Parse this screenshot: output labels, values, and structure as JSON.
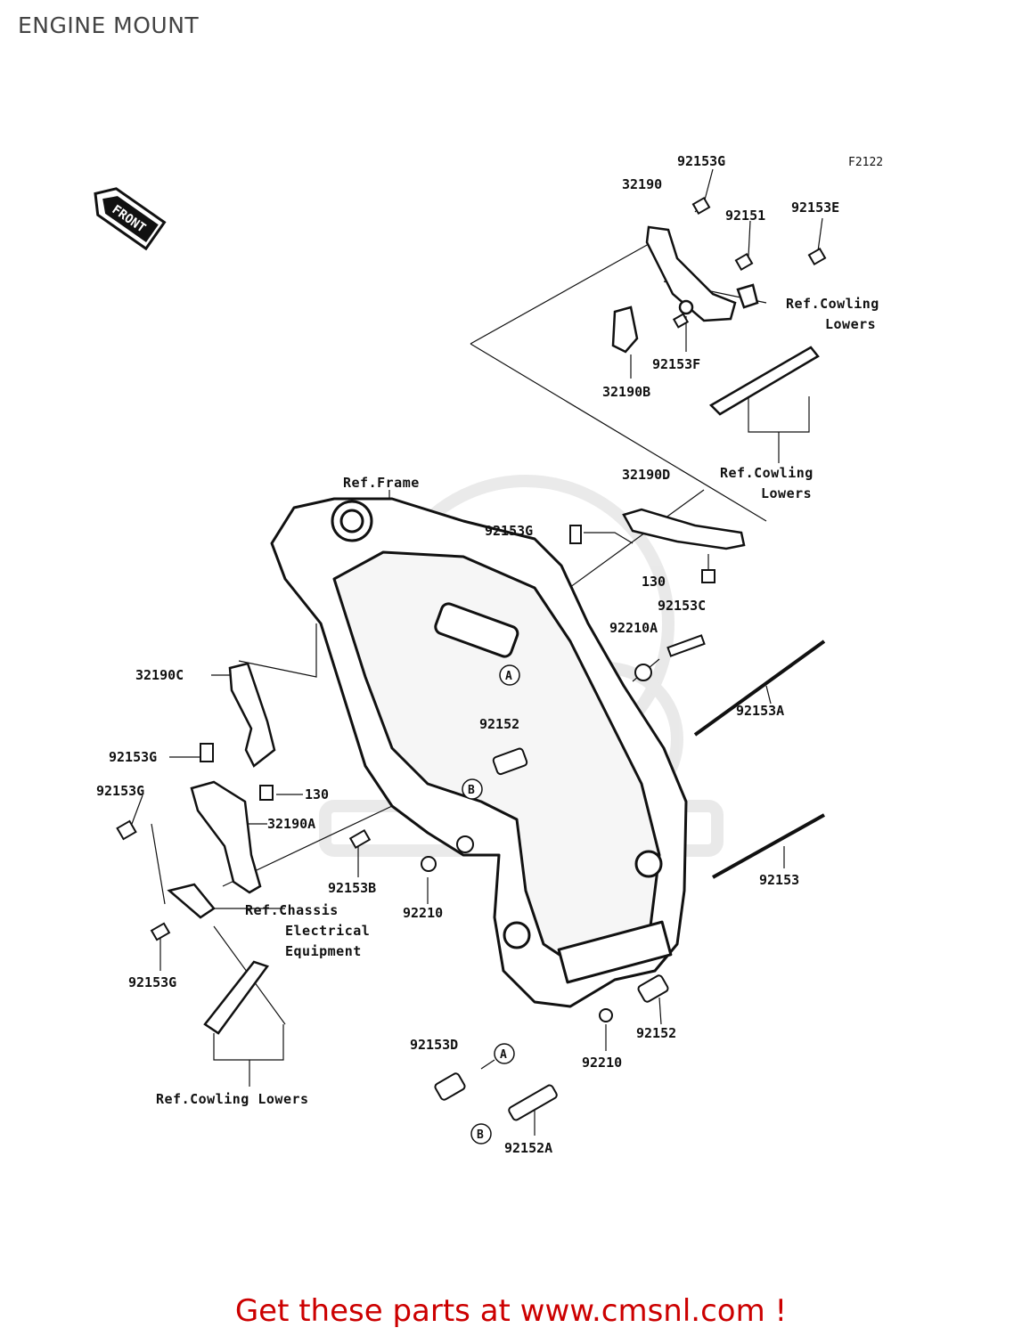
{
  "page": {
    "title": "ENGINE MOUNT"
  },
  "diagram": {
    "figure_code": "F2122",
    "direction_badge": "FRONT",
    "callout_a": "A",
    "callout_b": "B",
    "parts": {
      "p92153G_top": "92153G",
      "p32190": "32190",
      "p92151": "92151",
      "p92153E": "92153E",
      "p92153F": "92153F",
      "p32190B": "32190B",
      "p32190D": "32190D",
      "p92153G_mid": "92153G",
      "p130_top": "130",
      "p92153C": "92153C",
      "p92210A": "92210A",
      "p92153A": "92153A",
      "p32190C": "32190C",
      "p92152_mid": "92152",
      "p92153G_left1": "92153G",
      "p92153G_left2": "92153G",
      "p130_left": "130",
      "p32190A": "32190A",
      "p92153B": "92153B",
      "p92210_mid": "92210",
      "p92153": "92153",
      "p92153G_bottom": "92153G",
      "p92152_low": "92152",
      "p92210_low": "92210",
      "p92153D": "92153D",
      "p92152A": "92152A"
    },
    "refs": {
      "cowling_lowers_1_line1": "Ref.Cowling",
      "cowling_lowers_1_line2": "Lowers",
      "cowling_lowers_2_line1": "Ref.Cowling",
      "cowling_lowers_2_line2": "Lowers",
      "frame": "Ref.Frame",
      "chassis_line1": "Ref.Chassis",
      "chassis_line2": "Electrical",
      "chassis_line3": "Equipment",
      "cowling_lowers_bottom": "Ref.Cowling Lowers"
    }
  },
  "footer": {
    "text": "Get these parts at www.cmsnl.com !"
  }
}
